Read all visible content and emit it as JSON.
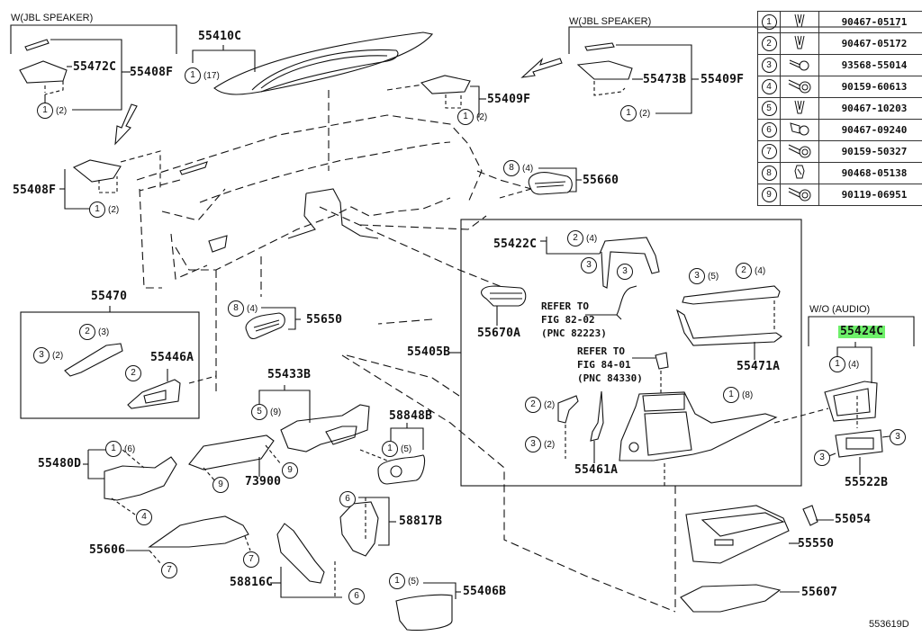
{
  "diagram": {
    "drawing_number": "553619D",
    "highlight_color": "#6ef06a",
    "captions": {
      "jbl_left": "W(JBL SPEAKER)",
      "jbl_right": "W(JBL SPEAKER)",
      "wo_audio": "W/O (AUDIO)"
    },
    "references": {
      "ref1": "REFER TO\nFIG 82-02\n(PNC 82223)",
      "ref2": "REFER TO\nFIG 84-01\n(PNC 84330)"
    },
    "part_numbers": {
      "p55410C": "55410C",
      "p55472C": "55472C",
      "p55408F_top": "55408F",
      "p55408F_left": "55408F",
      "p55473B": "55473B",
      "p55409F_right": "55409F",
      "p55409F_mid": "55409F",
      "p55660": "55660",
      "p55422C": "55422C",
      "p55670A": "55670A",
      "p55471A": "55471A",
      "p55405B": "55405B",
      "p55461A": "55461A",
      "p55470": "55470",
      "p55446A": "55446A",
      "p55650": "55650",
      "p55433B": "55433B",
      "p58848B": "58848B",
      "p55480D": "55480D",
      "p73900": "73900",
      "p55606": "55606",
      "p58817B": "58817B",
      "p58816C": "58816C",
      "p55406B": "55406B",
      "p55424C": "55424C",
      "p55522B": "55522B",
      "p55054": "55054",
      "p55550": "55550",
      "p55607": "55607"
    },
    "callouts": [
      {
        "id": "c1",
        "num": "1",
        "qty": "(2)"
      },
      {
        "id": "c2",
        "num": "1",
        "qty": "(17)"
      },
      {
        "id": "c3",
        "num": "1",
        "qty": "(2)"
      },
      {
        "id": "c4",
        "num": "1",
        "qty": "(2)"
      },
      {
        "id": "c5",
        "num": "1",
        "qty": "(2)"
      },
      {
        "id": "c6",
        "num": "8",
        "qty": "(4)"
      },
      {
        "id": "c7",
        "num": "2",
        "qty": "(4)"
      },
      {
        "id": "c8",
        "num": "3",
        "qty": ""
      },
      {
        "id": "c9",
        "num": "3",
        "qty": ""
      },
      {
        "id": "c10",
        "num": "3",
        "qty": "(5)"
      },
      {
        "id": "c11",
        "num": "2",
        "qty": "(4)"
      },
      {
        "id": "c12",
        "num": "2",
        "qty": "(2)"
      },
      {
        "id": "c13",
        "num": "3",
        "qty": "(2)"
      },
      {
        "id": "c14",
        "num": "1",
        "qty": "(8)"
      },
      {
        "id": "c15",
        "num": "2",
        "qty": "(3)"
      },
      {
        "id": "c16",
        "num": "3",
        "qty": "(2)"
      },
      {
        "id": "c17",
        "num": "2",
        "qty": ""
      },
      {
        "id": "c18",
        "num": "8",
        "qty": "(4)"
      },
      {
        "id": "c19",
        "num": "5",
        "qty": "(9)"
      },
      {
        "id": "c20",
        "num": "1",
        "qty": "(5)"
      },
      {
        "id": "c21",
        "num": "1",
        "qty": "(6)"
      },
      {
        "id": "c22",
        "num": "4",
        "qty": ""
      },
      {
        "id": "c23",
        "num": "9",
        "qty": ""
      },
      {
        "id": "c24",
        "num": "9",
        "qty": ""
      },
      {
        "id": "c25",
        "num": "6",
        "qty": ""
      },
      {
        "id": "c26",
        "num": "7",
        "qty": ""
      },
      {
        "id": "c27",
        "num": "7",
        "qty": ""
      },
      {
        "id": "c28",
        "num": "6",
        "qty": ""
      },
      {
        "id": "c29",
        "num": "1",
        "qty": "(5)"
      },
      {
        "id": "c30",
        "num": "1",
        "qty": "(4)"
      },
      {
        "id": "c31",
        "num": "3",
        "qty": ""
      },
      {
        "id": "c32",
        "num": "3",
        "qty": ""
      }
    ],
    "legend": [
      {
        "num": "1",
        "icon": "clip-icon",
        "part": "90467-05171"
      },
      {
        "num": "2",
        "icon": "clip-icon",
        "part": "90467-05172"
      },
      {
        "num": "3",
        "icon": "screw-icon",
        "part": "93568-55014"
      },
      {
        "num": "4",
        "icon": "bolt-icon",
        "part": "90159-60613"
      },
      {
        "num": "5",
        "icon": "clip-icon",
        "part": "90467-10203"
      },
      {
        "num": "6",
        "icon": "push-clip-icon",
        "part": "90467-09240"
      },
      {
        "num": "7",
        "icon": "bolt-icon",
        "part": "90159-50327"
      },
      {
        "num": "8",
        "icon": "nut-clip-icon",
        "part": "90468-05138"
      },
      {
        "num": "9",
        "icon": "bolt-icon",
        "part": "90119-06951"
      }
    ]
  }
}
